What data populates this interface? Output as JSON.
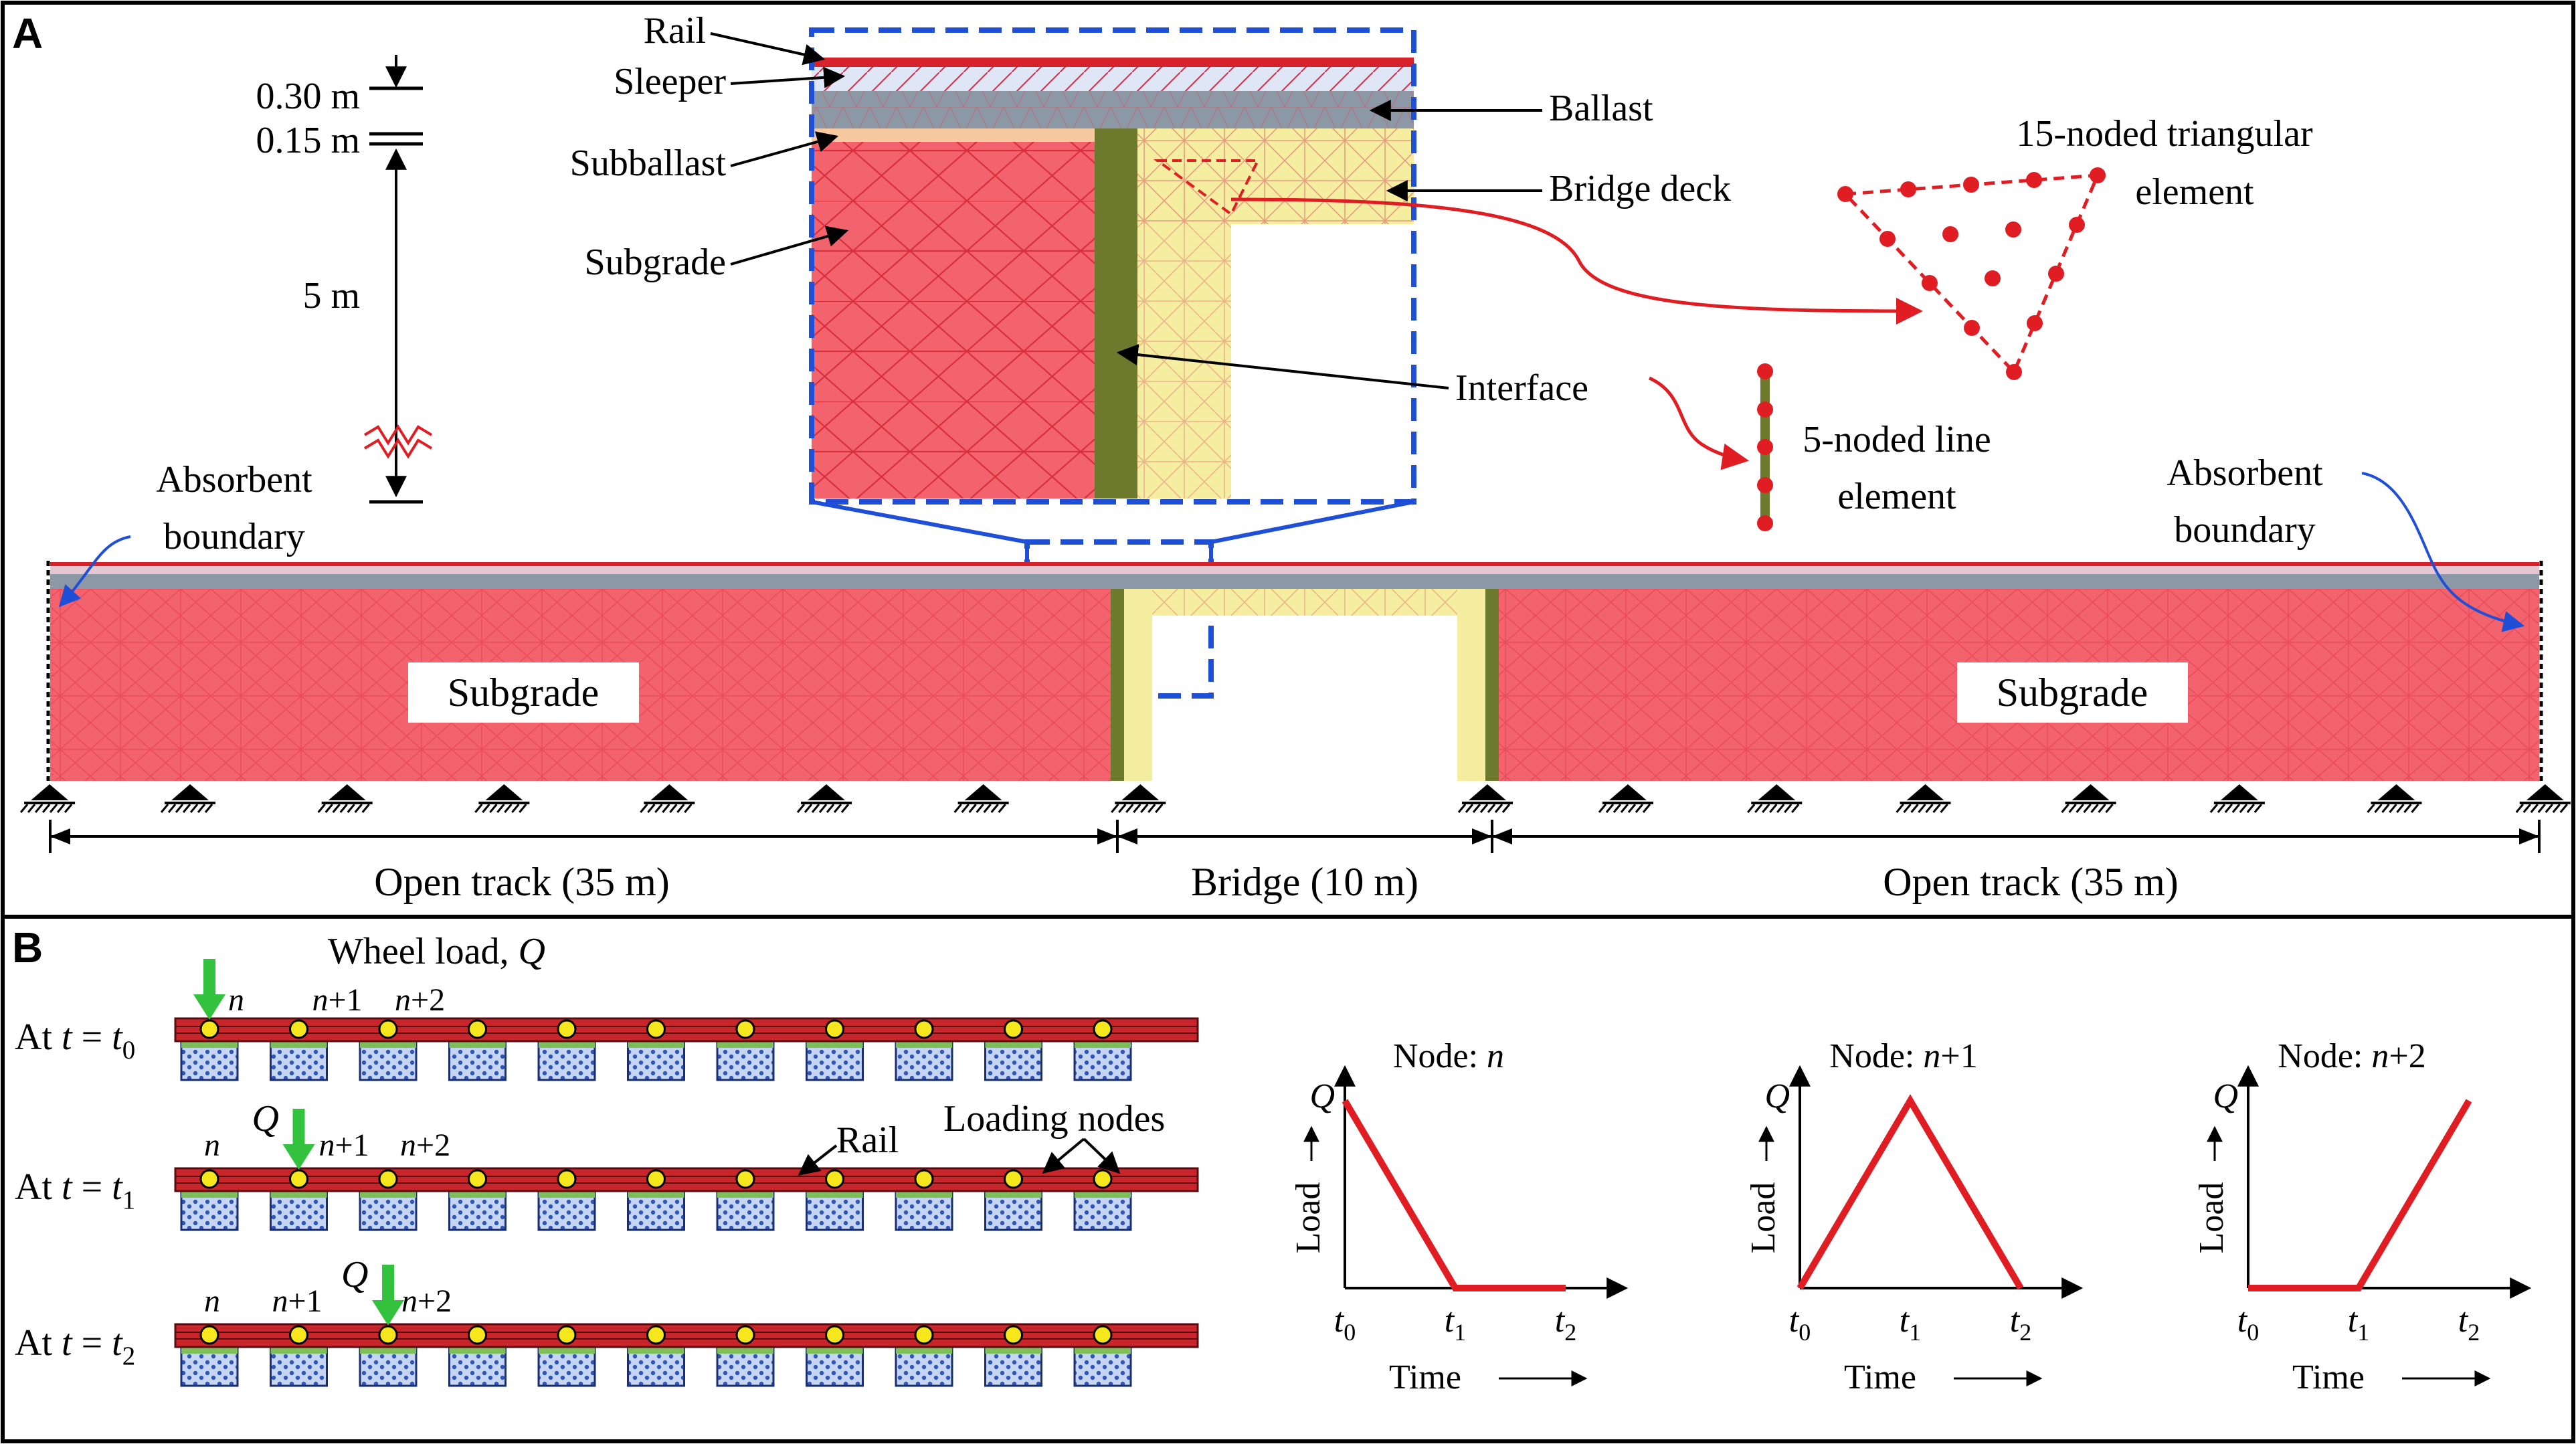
{
  "panelA": {
    "letter": "A",
    "labels": {
      "rail": "Rail",
      "sleeper": "Sleeper",
      "ballast": "Ballast",
      "subballast": "Subballast",
      "bridge_deck": "Bridge deck",
      "subgrade_zoom": "Subgrade",
      "interface": "Interface",
      "tri_element_line1": "15-noded triangular",
      "tri_element_line2": "element",
      "line_element_line1": "5-noded line",
      "line_element_line2": "element",
      "absorbent_line1": "Absorbent",
      "absorbent_line2": "boundary",
      "subgrade_box": "Subgrade"
    },
    "dimensions": {
      "top": "0.30 m",
      "mid": "0.15 m",
      "depth": "5 m"
    },
    "spans": {
      "open_left": "Open track (35 m)",
      "bridge": "Bridge (10 m)",
      "open_right": "Open track (35 m)"
    },
    "colors": {
      "subgrade": "#f3636d",
      "ballast": "#8c98a6",
      "bridge": "#f5eda0",
      "interface": "#6d7a2e",
      "rail": "#d8222b",
      "zoom_frame": "#1f4fd6",
      "load_arrow": "#33c23d"
    }
  },
  "panelB": {
    "letter": "B",
    "wheel_load": "Wheel load, Q",
    "rows": [
      {
        "label": "At t = t0",
        "q": "",
        "nodes": [
          "n",
          "n+1",
          "n+2"
        ]
      },
      {
        "label": "At t = t1",
        "q": "Q",
        "nodes": [
          "n",
          "n+1",
          "n+2"
        ]
      },
      {
        "label": "At t = t2",
        "q": "Q",
        "nodes": [
          "n",
          "n+1",
          "n+2"
        ]
      }
    ],
    "rail_label": "Rail",
    "loading_nodes_label": "Loading nodes",
    "charts": [
      {
        "title": "Node: n"
      },
      {
        "title": "Node: n+1"
      },
      {
        "title": "Node: n+2"
      }
    ],
    "axis": {
      "y_label": "Load",
      "y_tick": "Q",
      "x_label": "Time",
      "x_ticks": [
        "t0",
        "t1",
        "t2"
      ]
    }
  },
  "chart_data": [
    {
      "type": "line",
      "title": "Node: n",
      "xlabel": "Time",
      "ylabel": "Load",
      "categories": [
        "t0",
        "t1",
        "t2"
      ],
      "values": [
        1,
        0,
        0
      ]
    },
    {
      "type": "line",
      "title": "Node: n+1",
      "xlabel": "Time",
      "ylabel": "Load",
      "categories": [
        "t0",
        "t1",
        "t2"
      ],
      "values": [
        0,
        1,
        0
      ]
    },
    {
      "type": "line",
      "title": "Node: n+2",
      "xlabel": "Time",
      "ylabel": "Load",
      "categories": [
        "t0",
        "t1",
        "t2"
      ],
      "values": [
        0,
        0,
        1
      ]
    }
  ]
}
